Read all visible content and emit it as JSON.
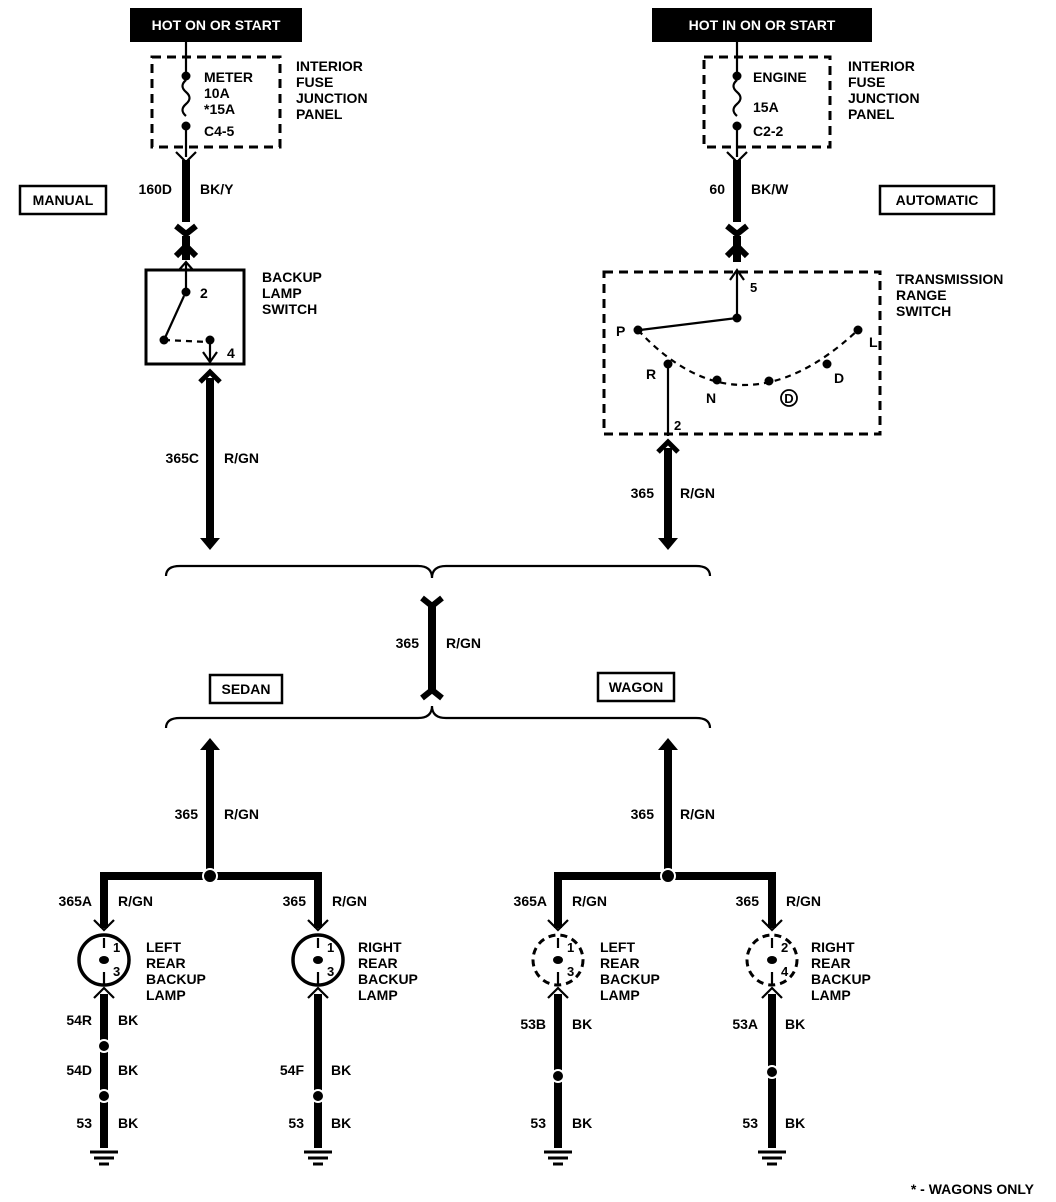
{
  "hot_left": "HOT ON OR START",
  "hot_right": "HOT IN ON OR START",
  "fuse_left": {
    "name": "METER",
    "rating": "10A",
    "rating_alt": "*15A",
    "connector": "C4-5"
  },
  "fuse_right": {
    "name": "ENGINE",
    "rating": "15A",
    "connector": "C2-2"
  },
  "fuse_panel_label": [
    "INTERIOR",
    "FUSE",
    "JUNCTION",
    "PANEL"
  ],
  "manual_label": "MANUAL",
  "automatic_label": "AUTOMATIC",
  "wire_160d": {
    "circuit": "160D",
    "color": "BK/Y"
  },
  "wire_60": {
    "circuit": "60",
    "color": "BK/W"
  },
  "backup_switch": {
    "label": [
      "BACKUP",
      "LAMP",
      "SWITCH"
    ],
    "pin_top": "2",
    "pin_bottom": "4"
  },
  "trs": {
    "label": [
      "TRANSMISSION",
      "RANGE",
      "SWITCH"
    ],
    "pin_in": "5",
    "pin_out": "2",
    "positions": {
      "p": "P",
      "r": "R",
      "n": "N",
      "od": "D",
      "d": "D",
      "l": "L"
    }
  },
  "wire_365c": {
    "circuit": "365C",
    "color": "R/GN"
  },
  "wire_365_auto": {
    "circuit": "365",
    "color": "R/GN"
  },
  "wire_365_main": {
    "circuit": "365",
    "color": "R/GN"
  },
  "sedan_label": "SEDAN",
  "wagon_label": "WAGON",
  "sedan": {
    "feed": {
      "circuit": "365",
      "color": "R/GN"
    },
    "left_in": {
      "circuit": "365A",
      "color": "R/GN"
    },
    "right_in": {
      "circuit": "365",
      "color": "R/GN"
    },
    "left_lamp": [
      "LEFT",
      "REAR",
      "BACKUP",
      "LAMP"
    ],
    "right_lamp": [
      "RIGHT",
      "REAR",
      "BACKUP",
      "LAMP"
    ],
    "left_pins": [
      "1",
      "3"
    ],
    "right_pins": [
      "1",
      "3"
    ],
    "left_grounds": [
      {
        "circuit": "54R",
        "color": "BK"
      },
      {
        "circuit": "54D",
        "color": "BK"
      },
      {
        "circuit": "53",
        "color": "BK"
      }
    ],
    "right_grounds": [
      {
        "circuit": "54F",
        "color": "BK"
      },
      {
        "circuit": "53",
        "color": "BK"
      }
    ]
  },
  "wagon": {
    "feed": {
      "circuit": "365",
      "color": "R/GN"
    },
    "left_in": {
      "circuit": "365A",
      "color": "R/GN"
    },
    "right_in": {
      "circuit": "365",
      "color": "R/GN"
    },
    "left_lamp": [
      "LEFT",
      "REAR",
      "BACKUP",
      "LAMP"
    ],
    "right_lamp": [
      "RIGHT",
      "REAR",
      "BACKUP",
      "LAMP"
    ],
    "left_pins": [
      "1",
      "3"
    ],
    "right_pins": [
      "2",
      "4"
    ],
    "left_grounds": [
      {
        "circuit": "53B",
        "color": "BK"
      },
      {
        "circuit": "53",
        "color": "BK"
      }
    ],
    "right_grounds": [
      {
        "circuit": "53A",
        "color": "BK"
      },
      {
        "circuit": "53",
        "color": "BK"
      }
    ]
  },
  "footnote": "* - WAGONS ONLY"
}
